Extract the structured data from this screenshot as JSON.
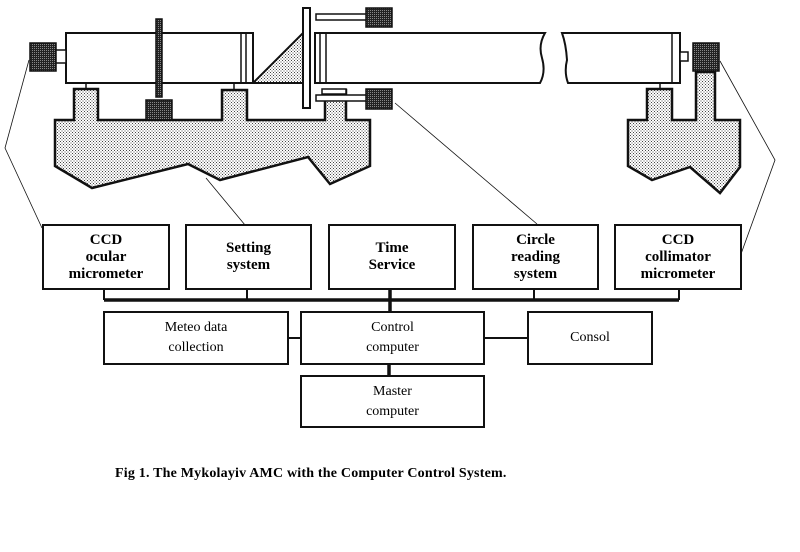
{
  "figure": {
    "caption": "Fig 1. The Mykolayiv AMC with the Computer Control System.",
    "colors": {
      "line": "#111111",
      "stipple": "#d9d9d9",
      "sensor": "#333333",
      "background": "#ffffff"
    }
  },
  "instrument": {
    "components": [
      "ccd-ocular-camera-icon",
      "telescope-tube",
      "setting-motor-icon",
      "prism",
      "graduated-circle",
      "circle-reading-camera-icon",
      "collimator-tube",
      "ccd-collimator-camera-icon",
      "main-pier",
      "collimator-pier"
    ]
  },
  "boxes": {
    "ccd_ocular": {
      "lines": [
        "CCD",
        "ocular",
        "micrometer"
      ]
    },
    "setting": {
      "lines": [
        "Setting",
        "system"
      ]
    },
    "time": {
      "lines": [
        "Time",
        "Service"
      ]
    },
    "circle": {
      "lines": [
        "Circle",
        "reading",
        "system"
      ]
    },
    "ccd_collimator": {
      "lines": [
        "CCD",
        "collimator",
        "micrometer"
      ]
    },
    "meteo": {
      "lines": [
        "Meteo data",
        "collection"
      ]
    },
    "control": {
      "lines": [
        "Control",
        "computer"
      ]
    },
    "consol": {
      "lines": [
        "Consol"
      ]
    },
    "master": {
      "lines": [
        "Master",
        "computer"
      ]
    }
  }
}
